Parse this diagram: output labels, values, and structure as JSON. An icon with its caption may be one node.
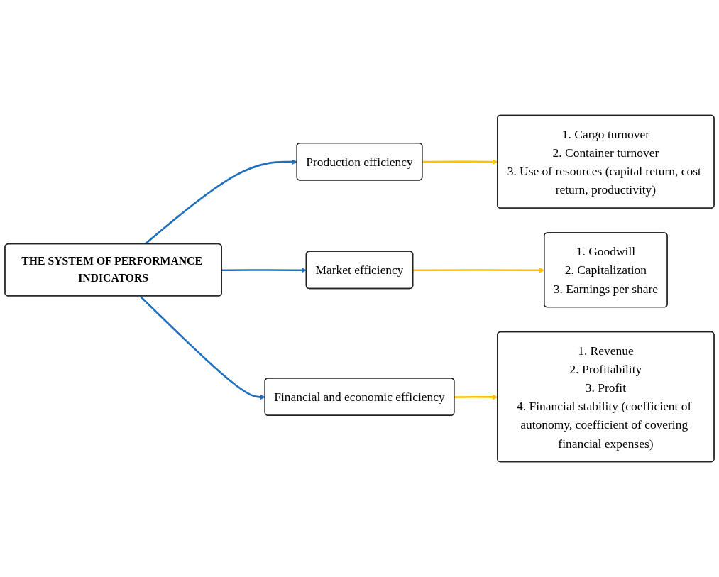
{
  "diagram": {
    "nodes": [
      {
        "text": [
          "Production efficiency"
        ]
      },
      {
        "text": [
          "1. Cargo turnover",
          "2. Container turnover",
          "3. Use of resources (capital return, cost return, productivity)"
        ]
      },
      {
        "text": [
          "THE SYSTEM OF PERFORMANCE INDICATORS"
        ]
      },
      {
        "text": [
          "Market efficiency"
        ]
      },
      {
        "text": [
          "1. Goodwill",
          "2. Capitalization",
          "3. Earnings per share"
        ]
      },
      {
        "text": [
          "Financial and economic efficiency"
        ]
      },
      {
        "text": [
          "1. Revenue",
          "2. Profitability",
          "3. Profit",
          "4. Financial stability (coefficient of autonomy, coefficient of covering financial expenses)"
        ]
      }
    ],
    "edges": [
      {
        "from": 2,
        "to": 0,
        "arrow": "to",
        "color": "#1f6fbf"
      },
      {
        "from": 0,
        "to": 1,
        "arrow": "to",
        "color": "#ffc000"
      },
      {
        "from": 2,
        "to": 3,
        "arrow": "to",
        "color": "#1f6fbf"
      },
      {
        "from": 3,
        "to": 4,
        "arrow": "to",
        "color": "#ffc000"
      },
      {
        "from": 2,
        "to": 5,
        "arrow": "to",
        "color": "#1f6fbf"
      },
      {
        "from": 5,
        "to": 6,
        "arrow": "to",
        "color": "#ffc000"
      }
    ]
  }
}
